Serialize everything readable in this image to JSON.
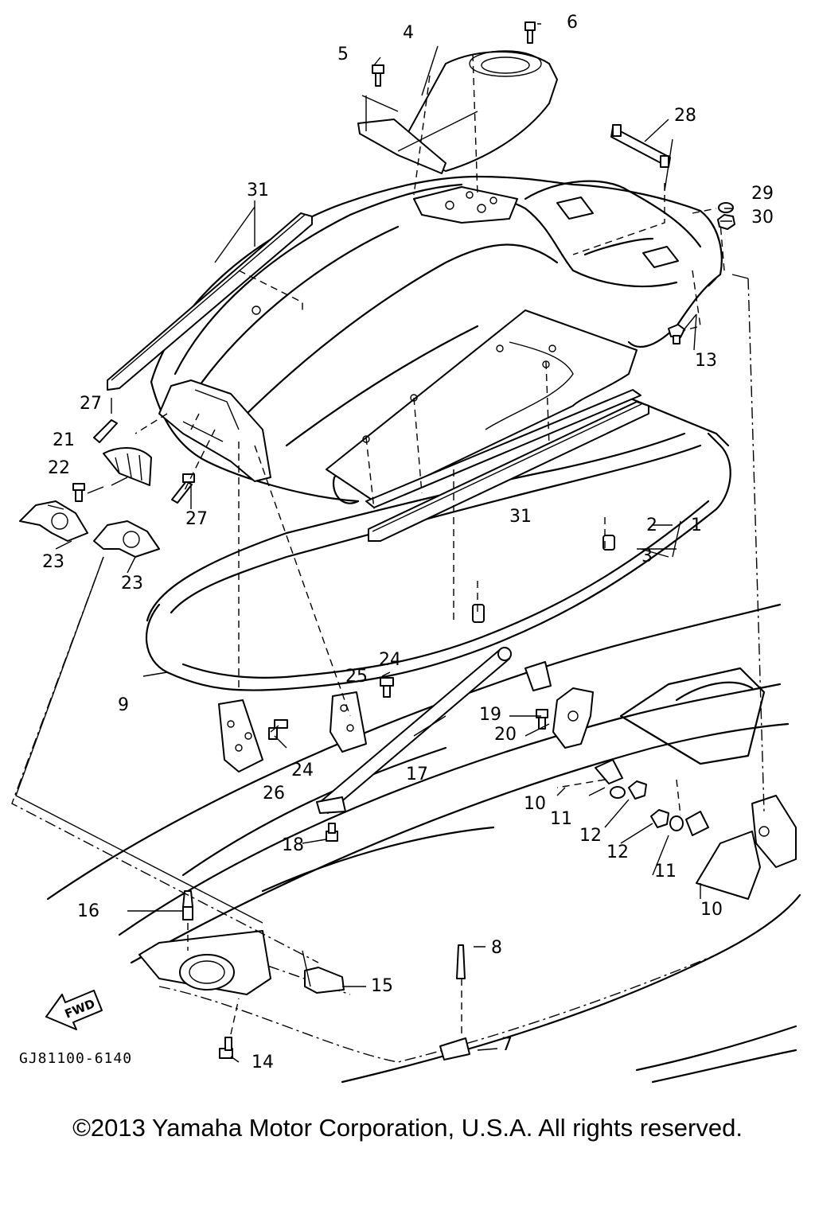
{
  "diagram": {
    "callouts": {
      "c1": "1",
      "c2": "2",
      "c3": "3",
      "c4": "4",
      "c5": "5",
      "c6": "6",
      "c7": "7",
      "c8": "8",
      "c9": "9",
      "c10a": "10",
      "c10b": "10",
      "c11a": "11",
      "c11b": "11",
      "c12a": "12",
      "c12b": "12",
      "c13": "13",
      "c14": "14",
      "c15": "15",
      "c16": "16",
      "c17": "17",
      "c18": "18",
      "c19": "19",
      "c20": "20",
      "c21": "21",
      "c22": "22",
      "c23a": "23",
      "c23b": "23",
      "c24a": "24",
      "c24b": "24",
      "c25": "25",
      "c26": "26",
      "c27a": "27",
      "c27b": "27",
      "c28": "28",
      "c29": "29",
      "c30": "30",
      "c31a": "31",
      "c31b": "31"
    },
    "part_code": "GJ81100-6140",
    "fwd_label": "FWD"
  },
  "footer": {
    "copyright": "©2013 Yamaha Motor Corporation, U.S.A. All rights reserved."
  }
}
